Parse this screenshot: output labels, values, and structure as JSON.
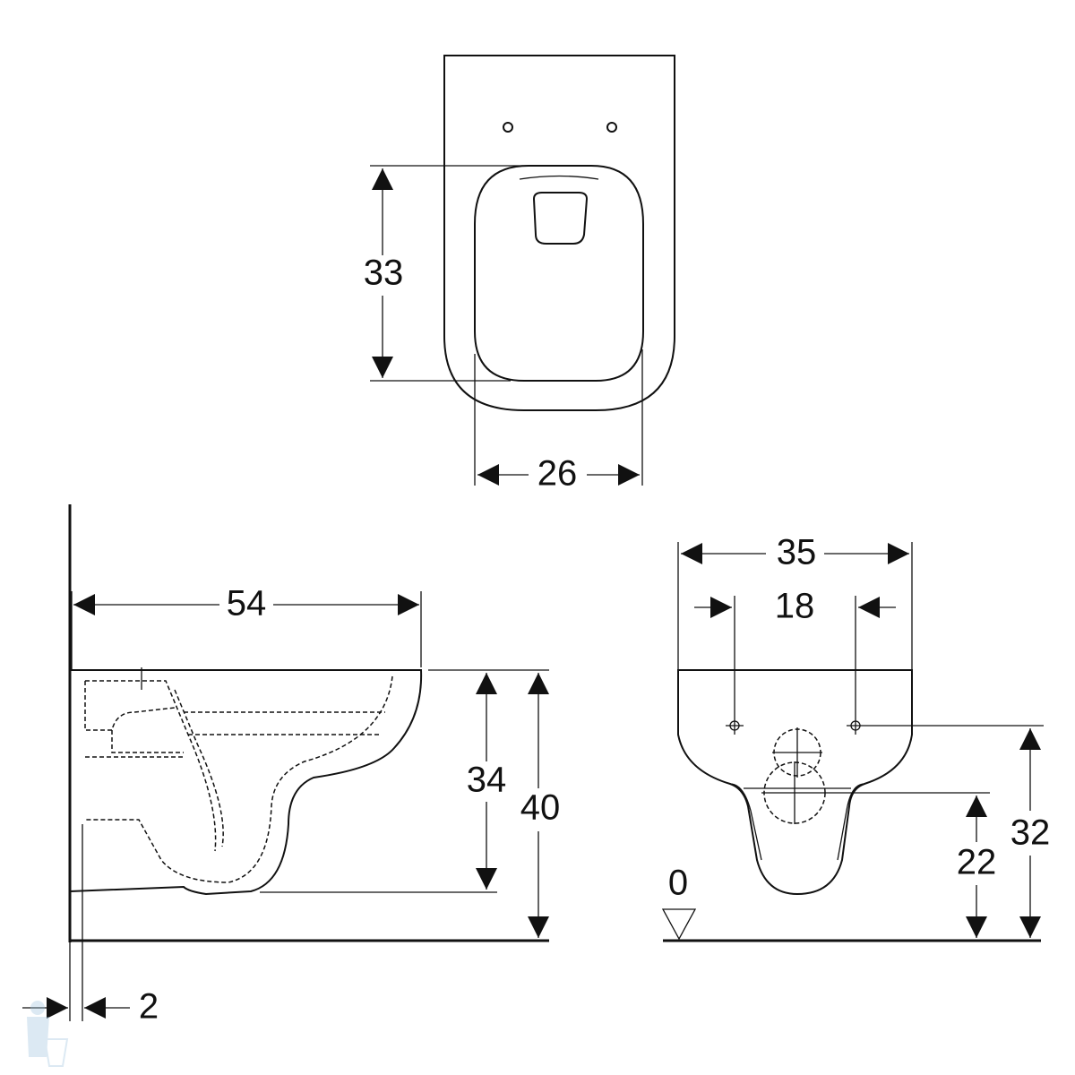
{
  "top_view": {
    "seat_depth": "33",
    "seat_width": "26"
  },
  "side_view": {
    "length": "54",
    "bowl_height": "34",
    "total_height": "40",
    "wall_gap": "2"
  },
  "front_view": {
    "width": "35",
    "fixing_distance": "18",
    "drain_height": "22",
    "fixing_height": "32",
    "floor_level": "0"
  },
  "colors": {
    "line": "#111111",
    "background": "#ffffff"
  }
}
